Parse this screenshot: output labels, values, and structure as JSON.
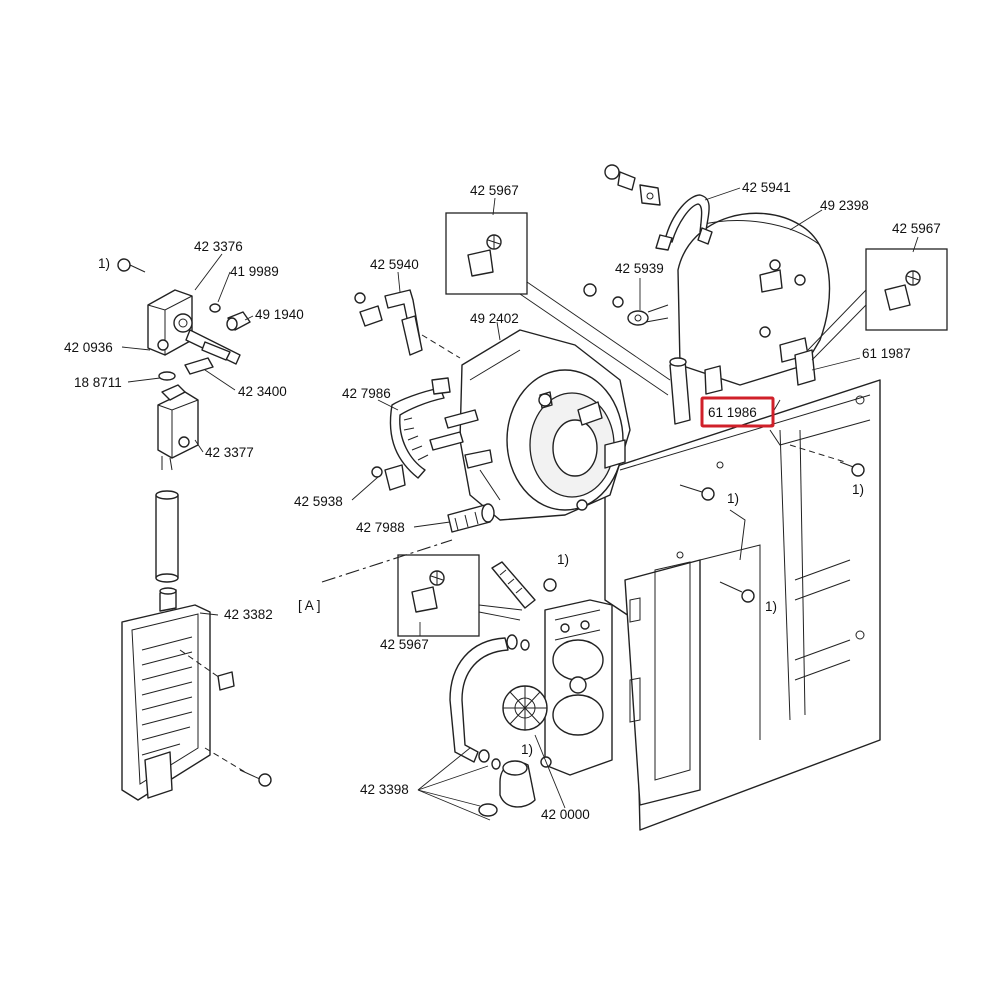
{
  "accent_color": "#d0202a",
  "parts": {
    "p425967_top": "42 5967",
    "p425941": "42 5941",
    "p492398": "49 2398",
    "p425967_right": "42 5967",
    "p423376": "42 3376",
    "p419989": "41 9989",
    "p491940": "49 1940",
    "p420936": "42 0936",
    "p188711": "18 8711",
    "p423400": "42 3400",
    "p423377": "42 3377",
    "p423382": "42 3382",
    "p425940": "42 5940",
    "p425939": "42 5939",
    "p492402": "49 2402",
    "p611987": "61 1987",
    "p427986": "42 7986",
    "p611986": "61 1986",
    "p425938": "42 5938",
    "p427988": "42 7988",
    "p425967_bottom": "42 5967",
    "p423398": "42 3398",
    "p420000": "42 0000"
  },
  "markers": {
    "note_top_left": "1)",
    "note_mid_1": "1)",
    "note_right_1": "1)",
    "note_mid_2": "1)",
    "note_right_2": "1)",
    "note_bottom": "1)",
    "view_a": "[ A ]"
  }
}
